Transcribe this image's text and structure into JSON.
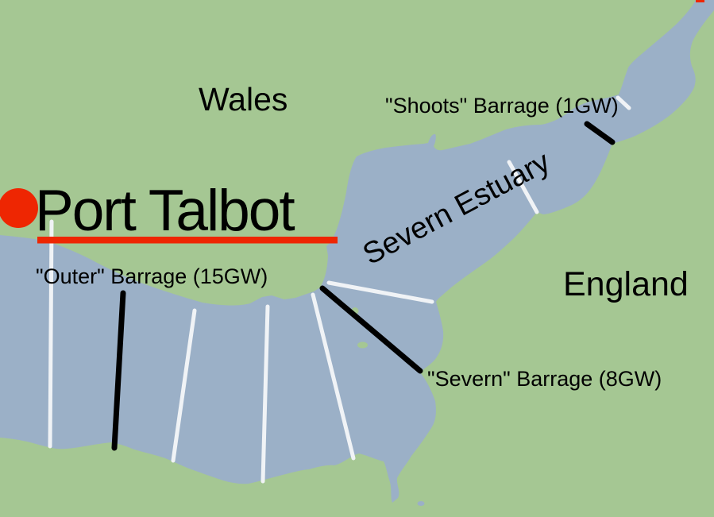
{
  "map": {
    "regions": {
      "wales": "Wales",
      "england": "England",
      "estuary": "Severn Estuary"
    },
    "city": "Port Talbot",
    "barrages": {
      "shoots": "\"Shoots\" Barrage (1GW)",
      "outer": "\"Outer\" Barrage (15GW)",
      "severn": "\"Severn\" Barrage (8GW)"
    },
    "colors": {
      "land": "#a5c793",
      "water": "#9bb0c7",
      "barrage_line": "#000000",
      "alignment_line": "#f0f3f6",
      "highlight": "#ee2602"
    }
  }
}
